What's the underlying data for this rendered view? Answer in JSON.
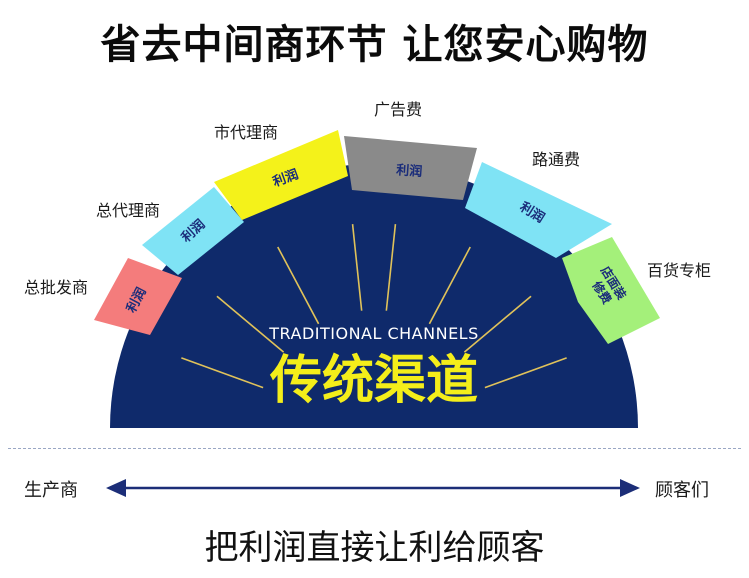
{
  "headline": "省去中间商环节 让您安心购物",
  "center": {
    "english": "TRADITIONAL CHANNELS",
    "chinese": "传统渠道"
  },
  "segments": [
    {
      "label": "总批发商",
      "inner": "利润",
      "color": "#f47c7c"
    },
    {
      "label": "总代理商",
      "inner": "利润",
      "color": "#7fe3f5"
    },
    {
      "label": "市代理商",
      "inner": "利润",
      "color": "#f4f21a"
    },
    {
      "label": "广告费",
      "inner": "利润",
      "color": "#8a8a8a"
    },
    {
      "label": "路通费",
      "inner": "利润",
      "color": "#7fe3f5"
    },
    {
      "label": "百货专柜",
      "inner": "店面装修费",
      "color": "#a4f07a"
    }
  ],
  "colors": {
    "semicircle": "#0f2a6b",
    "rays": "#e0c25a",
    "center_text": "#f4ee1a",
    "arrow": "#1c2e78"
  },
  "axis": {
    "left": "生产商",
    "right": "顾客们"
  },
  "slogan": "把利润直接让利给顾客"
}
